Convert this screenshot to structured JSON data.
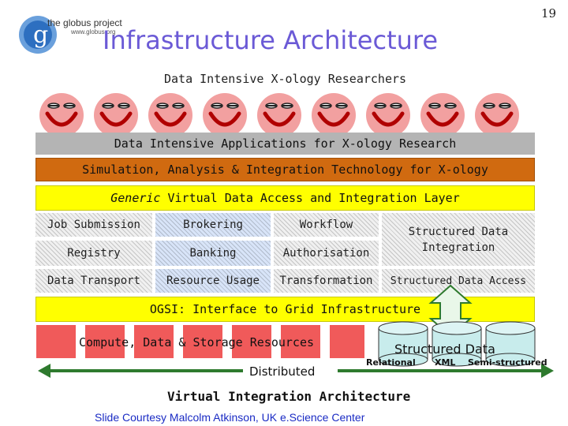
{
  "header": {
    "logo_text": "the globus project",
    "logo_url": "www.globus.org",
    "logo_letter": "g",
    "title": "Infrastructure Architecture",
    "slide_number": "19"
  },
  "researchers": {
    "label": "Data Intensive X-ology Researchers",
    "count": 9
  },
  "layers": {
    "applications": "Data Intensive Applications for X-ology Research",
    "simulation": "Simulation, Analysis & Integration Technology for X-ology",
    "generic_prefix": "Generic",
    "generic_rest": " Virtual Data Access and Integration Layer"
  },
  "services": {
    "job_submission": "Job Submission",
    "brokering": "Brokering",
    "workflow": "Workflow",
    "registry": "Registry",
    "banking": "Banking",
    "authorisation": "Authorisation",
    "structured_integration": "Structured Data Integration",
    "data_transport": "Data Transport",
    "resource_usage": "Resource Usage",
    "transformation": "Transformation",
    "structured_access": "Structured Data Access"
  },
  "ogsi": "OGSI: Interface to Grid Infrastructure",
  "resources": {
    "compute": "Compute, Data & Storage Resources",
    "structured_data": "Structured Data",
    "relational": "Relational",
    "xml": "XML",
    "semi_structured": "Semi-structured",
    "distributed": "Distributed"
  },
  "footer": {
    "caption": "Virtual Integration Architecture",
    "credit": "Slide Courtesy Malcolm Atkinson, UK e.Science Center"
  },
  "colors": {
    "title": "#6b5ad6",
    "apps_band": "#b4b4b4",
    "simulation_band": "#d06a10",
    "generic_band": "#ffff00",
    "ogsi_band": "#ffff00",
    "resource_red": "#f05a5a",
    "arrow_green": "#2e7a2e",
    "face_fill": "#f2a0a0",
    "face_stroke": "#b00000"
  }
}
